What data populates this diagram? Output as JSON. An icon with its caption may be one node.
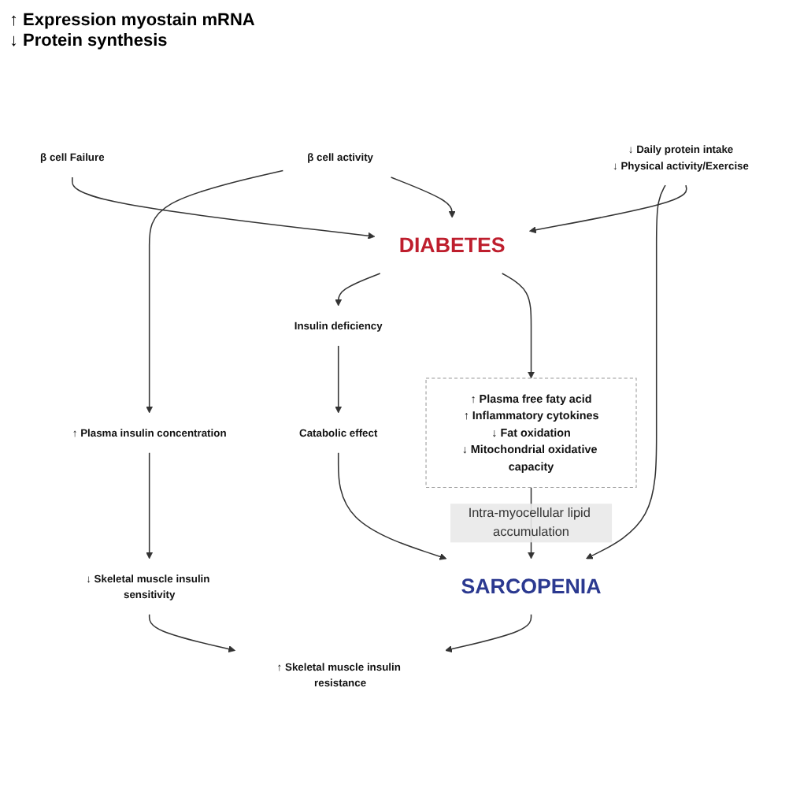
{
  "diagram": {
    "nodes": [
      {
        "text": [
          "SARCOPENIA"
        ]
      },
      {
        "text": [
          "DIABETES"
        ]
      },
      {
        "text": [
          "↑ Skeletal muscle insulin resistance"
        ]
      },
      {
        "text": [
          "β cell activity"
        ]
      },
      {
        "text": [
          "β cell Failure"
        ]
      },
      {
        "text": [
          "↓ Skeletal muscle insulin sensitivity"
        ]
      },
      {
        "text": [
          "↑ Plasma insulin concentration"
        ]
      },
      {
        "text": [
          "Catabolic effect"
        ]
      },
      {
        "text": [
          "Insulin deficiency"
        ]
      },
      {
        "text": [
          "↑ Plasma free faty acid",
          "↑ Inflammatory cytokines",
          "↓ Fat oxidation",
          "↓ Mitochondrial oxidative capacity"
        ]
      },
      {
        "text": [
          "↓ Daily protein intake",
          "↓ Physical activity/Exercise"
        ]
      }
    ],
    "edges": [
      {
        "from": 0,
        "to": 2,
        "arrow": "to"
      },
      {
        "from": 5,
        "to": 2,
        "arrow": "to"
      },
      {
        "from": 6,
        "to": 5,
        "arrow": "to"
      },
      {
        "from": 3,
        "to": 6,
        "arrow": "to"
      },
      {
        "from": 3,
        "to": 1,
        "arrow": "to"
      },
      {
        "from": 4,
        "to": 1,
        "arrow": "to"
      },
      {
        "from": 1,
        "to": 8,
        "arrow": "to"
      },
      {
        "from": 8,
        "to": 7,
        "arrow": "to"
      },
      {
        "from": 7,
        "to": 0,
        "arrow": "to"
      },
      {
        "from": 1,
        "to": 9,
        "arrow": "to"
      },
      {
        "from": 9,
        "to": 0,
        "arrow": "to",
        "label": "Intra-myocellular lipid accumulation"
      },
      {
        "from": 10,
        "to": 0,
        "arrow": "to"
      },
      {
        "from": 10,
        "to": 1,
        "arrow": "to"
      }
    ],
    "labels": [
      "↑ Expression myostain mRNA",
      "↓ Protein synthesis"
    ]
  }
}
